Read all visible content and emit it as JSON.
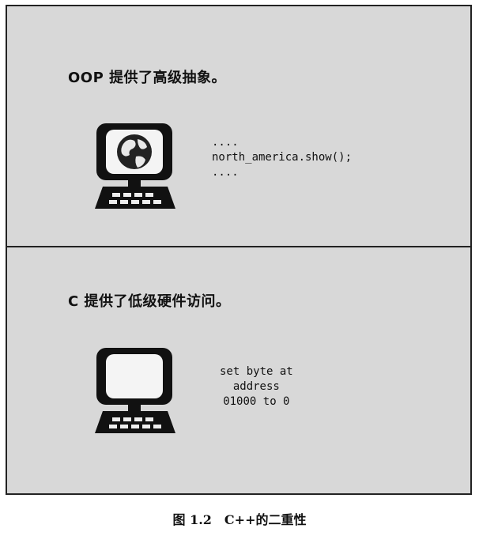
{
  "top_panel": {
    "heading": "OOP 提供了高级抽象。",
    "code_lines": [
      "....",
      "north_america.show();",
      "...."
    ]
  },
  "bottom_panel": {
    "heading": "C 提供了低级硬件访问。",
    "code_lines": [
      "set byte at",
      "address",
      "01000 to 0"
    ]
  },
  "caption": {
    "label": "图 1.2",
    "title": "C++的二重性"
  },
  "icons": {
    "top": "computer-globe-icon",
    "bottom": "computer-blank-screen-icon"
  }
}
